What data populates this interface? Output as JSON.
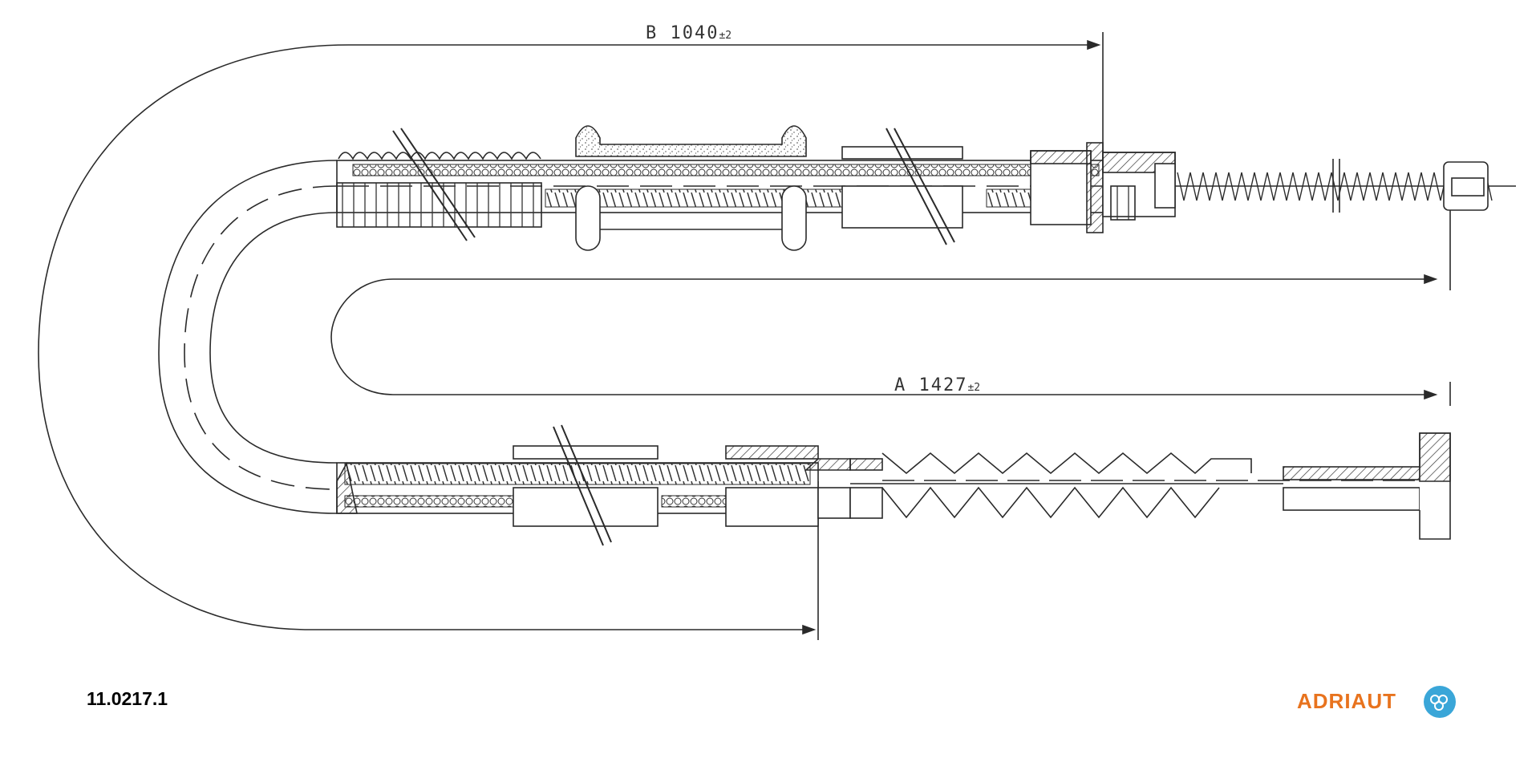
{
  "dimensions": {
    "b": {
      "letter": "B",
      "value": "1040",
      "tolerance": "±2"
    },
    "a": {
      "letter": "A",
      "value": "1427",
      "tolerance": "±2"
    }
  },
  "part_number": "11.0217.1",
  "brand": {
    "name": "ADRIAUT",
    "colors": {
      "text": "#e8731e",
      "badge": "#3aa6d8"
    }
  }
}
